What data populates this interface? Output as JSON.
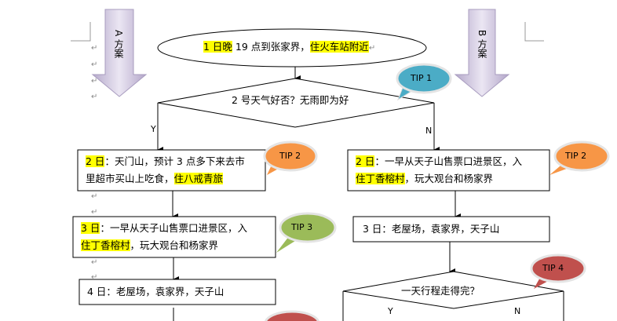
{
  "arrows": {
    "a": "A 方案",
    "b": "B 方案"
  },
  "start": {
    "p1": "1 日晚",
    "p2": " 19 点到张家界，",
    "p3": "住火车站附近"
  },
  "decision1": {
    "text": "2 号天气好否？无雨即为好",
    "yes": "Y",
    "no": "N"
  },
  "plan_a": {
    "day2": {
      "p1": "2 日",
      "p2": "：天门山，预计 3 点多下来去市",
      "p3": "里超市买山上吃食，",
      "p4": "住八戒青旅"
    },
    "day3": {
      "p1": "3 日",
      "p2": "：一早从天子山售票口进景区，入",
      "p3": "住丁香榕村",
      "p4": "，玩大观台和杨家界"
    },
    "day4": {
      "text": "4 日：老屋场，袁家界，天子山"
    }
  },
  "plan_b": {
    "day2": {
      "p1": "2 日",
      "p2": "：一早从天子山售票口进景区，入",
      "p3": "住丁香榕村",
      "p4": "，玩大观台和杨家界"
    },
    "day3": {
      "text": "3 日：老屋场，袁家界，天子山"
    },
    "decision": {
      "text": "一天行程走得完？",
      "yes": "Y",
      "no": "N"
    }
  },
  "tips": {
    "tip1": "TIP 1",
    "tip2a": "TIP 2",
    "tip3": "TIP 3",
    "tip2b": "TIP 2",
    "tip4": "TIP 4"
  },
  "colors": {
    "tip1": "#4bacc6",
    "tip2": "#f79646",
    "tip3": "#9bbb59",
    "tip4": "#c0504d",
    "arrow": "#c9c0dc",
    "highlight": "#ffff00"
  },
  "para_mark": "↵"
}
